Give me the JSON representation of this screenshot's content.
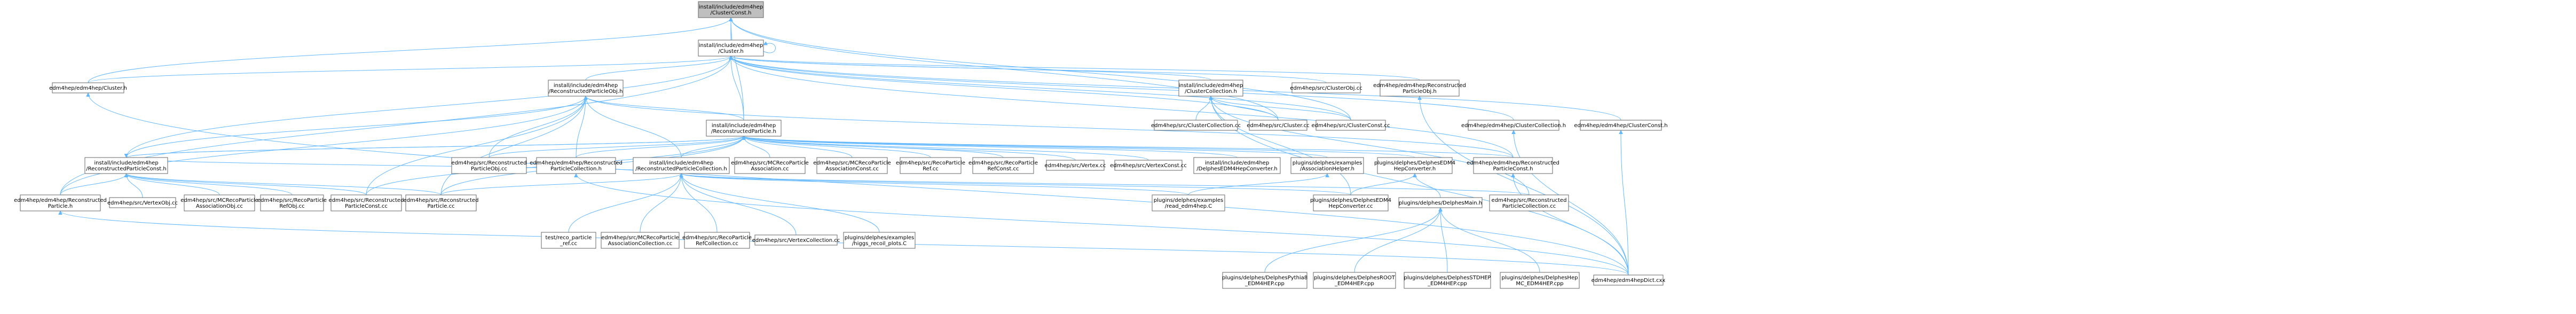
{
  "diagram": {
    "nodes": [
      {
        "id": "n0",
        "lines": [
          "install/include/edm4hep",
          "/ClusterConst.h"
        ],
        "root": true
      },
      {
        "id": "n1",
        "lines": [
          "install/include/edm4hep",
          "/Cluster.h"
        ]
      },
      {
        "id": "n2",
        "lines": [
          "edm4hep/edm4hep/Cluster.h"
        ]
      },
      {
        "id": "n3",
        "lines": [
          "install/include/edm4hep",
          "/ReconstructedParticleObj.h"
        ]
      },
      {
        "id": "n4",
        "lines": [
          "install/include/edm4hep",
          "/ClusterCollection.h"
        ]
      },
      {
        "id": "n5",
        "lines": [
          "edm4hep/src/ClusterObj.cc"
        ]
      },
      {
        "id": "n6",
        "lines": [
          "edm4hep/edm4hep/Reconstructed",
          "ParticleObj.h"
        ]
      },
      {
        "id": "n7",
        "lines": [
          "edm4hep/edm4hep/ClusterCollection.h"
        ]
      },
      {
        "id": "n8",
        "lines": [
          "edm4hep/edm4hep/ClusterConst.h"
        ]
      },
      {
        "id": "n9",
        "lines": [
          "install/include/edm4hep",
          "/ReconstructedParticle.h"
        ]
      },
      {
        "id": "n10",
        "lines": [
          "edm4hep/src/ClusterCollection.cc"
        ]
      },
      {
        "id": "n11",
        "lines": [
          "edm4hep/src/Cluster.cc"
        ]
      },
      {
        "id": "n12",
        "lines": [
          "edm4hep/src/ClusterConst.cc"
        ]
      },
      {
        "id": "n13",
        "lines": [
          "install/include/edm4hep",
          "/ReconstructedParticleConst.h"
        ]
      },
      {
        "id": "n14",
        "lines": [
          "edm4hep/src/Reconstructed",
          "ParticleObj.cc"
        ]
      },
      {
        "id": "n15",
        "lines": [
          "edm4hep/edm4hep/Reconstructed",
          "ParticleCollection.h"
        ]
      },
      {
        "id": "n16",
        "lines": [
          "install/include/edm4hep",
          "/ReconstructedParticleCollection.h"
        ]
      },
      {
        "id": "n17",
        "lines": [
          "edm4hep/src/MCRecoParticle",
          "Association.cc"
        ]
      },
      {
        "id": "n18",
        "lines": [
          "edm4hep/src/MCRecoParticle",
          "AssociationConst.cc"
        ]
      },
      {
        "id": "n19",
        "lines": [
          "edm4hep/src/RecoParticle",
          "Ref.cc"
        ]
      },
      {
        "id": "n20",
        "lines": [
          "edm4hep/src/RecoParticle",
          "RefConst.cc"
        ]
      },
      {
        "id": "n21",
        "lines": [
          "edm4hep/src/Vertex.cc"
        ]
      },
      {
        "id": "n22",
        "lines": [
          "edm4hep/src/VertexConst.cc"
        ]
      },
      {
        "id": "n23",
        "lines": [
          "install/include/edm4hep",
          "/DelphesEDM4HepConverter.h"
        ]
      },
      {
        "id": "n24",
        "lines": [
          "plugins/delphes/examples",
          "/AssociationHelper.h"
        ]
      },
      {
        "id": "n25",
        "lines": [
          "plugins/delphes/DelphesEDM4",
          "HepConverter.h"
        ]
      },
      {
        "id": "n26",
        "lines": [
          "edm4hep/edm4hep/Reconstructed",
          "ParticleConst.h"
        ]
      },
      {
        "id": "n27",
        "lines": [
          "edm4hep/edm4hep/Reconstructed",
          "Particle.h"
        ]
      },
      {
        "id": "n28",
        "lines": [
          "edm4hep/src/VertexObj.cc"
        ]
      },
      {
        "id": "n29",
        "lines": [
          "edm4hep/src/MCRecoParticle",
          "AssociationObj.cc"
        ]
      },
      {
        "id": "n30",
        "lines": [
          "edm4hep/src/RecoParticle",
          "RefObj.cc"
        ]
      },
      {
        "id": "n31",
        "lines": [
          "edm4hep/src/Reconstructed",
          "ParticleConst.cc"
        ]
      },
      {
        "id": "n32",
        "lines": [
          "edm4hep/src/Reconstructed",
          "Particle.cc"
        ]
      },
      {
        "id": "n33",
        "lines": [
          "test/reco_particle",
          "_ref.cc"
        ]
      },
      {
        "id": "n34",
        "lines": [
          "edm4hep/src/MCRecoParticle",
          "AssociationCollection.cc"
        ]
      },
      {
        "id": "n35",
        "lines": [
          "edm4hep/src/RecoParticle",
          "RefCollection.cc"
        ]
      },
      {
        "id": "n36",
        "lines": [
          "edm4hep/src/VertexCollection.cc"
        ]
      },
      {
        "id": "n37",
        "lines": [
          "plugins/delphes/examples",
          "/higgs_recoil_plots.C"
        ]
      },
      {
        "id": "n38",
        "lines": [
          "plugins/delphes/examples",
          "/read_edm4hep.C"
        ]
      },
      {
        "id": "n39",
        "lines": [
          "plugins/delphes/DelphesEDM4",
          "HepConverter.cc"
        ]
      },
      {
        "id": "n40",
        "lines": [
          "plugins/delphes/DelphesMain.h"
        ]
      },
      {
        "id": "n41",
        "lines": [
          "edm4hep/src/Reconstructed",
          "ParticleCollection.cc"
        ]
      },
      {
        "id": "n42",
        "lines": [
          "plugins/delphes/DelphesPythia8",
          "_EDM4HEP.cpp"
        ]
      },
      {
        "id": "n43",
        "lines": [
          "plugins/delphes/DelphesROOT",
          "_EDM4HEP.cpp"
        ]
      },
      {
        "id": "n44",
        "lines": [
          "plugins/delphes/DelphesSTDHEP",
          "_EDM4HEP.cpp"
        ]
      },
      {
        "id": "n45",
        "lines": [
          "plugins/delphes/DelphesHep",
          "MC_EDM4HEP.cpp"
        ]
      },
      {
        "id": "n46",
        "lines": [
          "edm4hep/edm4hepDict.cxx"
        ]
      }
    ],
    "edges": [
      [
        "n0",
        "n1"
      ],
      [
        "n0",
        "n2"
      ],
      [
        "n0",
        "n11"
      ],
      [
        "n0",
        "n12"
      ],
      [
        "n0",
        "n9"
      ],
      [
        "n1",
        "n1"
      ],
      [
        "n1",
        "n2"
      ],
      [
        "n1",
        "n3"
      ],
      [
        "n1",
        "n4"
      ],
      [
        "n1",
        "n5"
      ],
      [
        "n1",
        "n6"
      ],
      [
        "n1",
        "n7"
      ],
      [
        "n1",
        "n8"
      ],
      [
        "n1",
        "n9"
      ],
      [
        "n1",
        "n11"
      ],
      [
        "n1",
        "n12"
      ],
      [
        "n1",
        "n13"
      ],
      [
        "n1",
        "n26"
      ],
      [
        "n1",
        "n27"
      ],
      [
        "n2",
        "n46"
      ],
      [
        "n3",
        "n9"
      ],
      [
        "n3",
        "n13"
      ],
      [
        "n3",
        "n14"
      ],
      [
        "n3",
        "n15"
      ],
      [
        "n3",
        "n16"
      ],
      [
        "n3",
        "n27"
      ],
      [
        "n3",
        "n31"
      ],
      [
        "n3",
        "n32"
      ],
      [
        "n3",
        "n26"
      ],
      [
        "n4",
        "n10"
      ],
      [
        "n4",
        "n11"
      ],
      [
        "n4",
        "n12"
      ],
      [
        "n4",
        "n39"
      ],
      [
        "n4",
        "n41"
      ],
      [
        "n4",
        "n46"
      ],
      [
        "n6",
        "n46"
      ],
      [
        "n7",
        "n46"
      ],
      [
        "n8",
        "n46"
      ],
      [
        "n9",
        "n13"
      ],
      [
        "n9",
        "n14"
      ],
      [
        "n9",
        "n15"
      ],
      [
        "n9",
        "n16"
      ],
      [
        "n9",
        "n17"
      ],
      [
        "n9",
        "n18"
      ],
      [
        "n9",
        "n19"
      ],
      [
        "n9",
        "n20"
      ],
      [
        "n9",
        "n21"
      ],
      [
        "n9",
        "n22"
      ],
      [
        "n9",
        "n23"
      ],
      [
        "n9",
        "n24"
      ],
      [
        "n9",
        "n25"
      ],
      [
        "n9",
        "n26"
      ],
      [
        "n9",
        "n32"
      ],
      [
        "n9",
        "n31"
      ],
      [
        "n13",
        "n9"
      ],
      [
        "n13",
        "n27"
      ],
      [
        "n13",
        "n28"
      ],
      [
        "n13",
        "n29"
      ],
      [
        "n13",
        "n30"
      ],
      [
        "n13",
        "n31"
      ],
      [
        "n13",
        "n32"
      ],
      [
        "n13",
        "n16"
      ],
      [
        "n15",
        "n46"
      ],
      [
        "n16",
        "n32"
      ],
      [
        "n16",
        "n33"
      ],
      [
        "n16",
        "n34"
      ],
      [
        "n16",
        "n35"
      ],
      [
        "n16",
        "n36"
      ],
      [
        "n16",
        "n37"
      ],
      [
        "n16",
        "n38"
      ],
      [
        "n16",
        "n39"
      ],
      [
        "n16",
        "n41"
      ],
      [
        "n24",
        "n38"
      ],
      [
        "n25",
        "n39"
      ],
      [
        "n25",
        "n40"
      ],
      [
        "n26",
        "n46"
      ],
      [
        "n27",
        "n46"
      ],
      [
        "n40",
        "n42"
      ],
      [
        "n40",
        "n43"
      ],
      [
        "n40",
        "n44"
      ],
      [
        "n40",
        "n45"
      ]
    ]
  }
}
